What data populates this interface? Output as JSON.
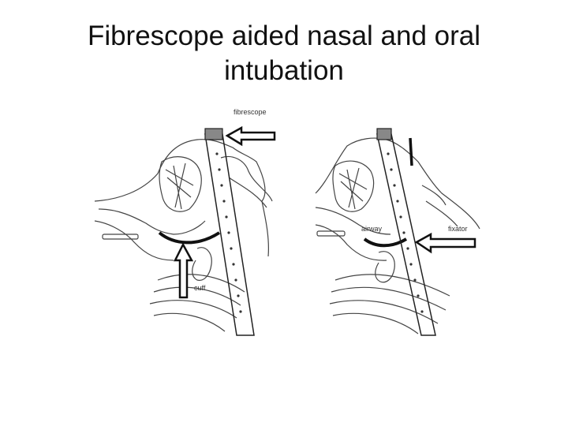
{
  "title_line1": "Fibrescope aided nasal and oral",
  "title_line2": "intubation",
  "labels": {
    "fibrescope": "fibrescope",
    "cuff": "cuff",
    "airway": "airway",
    "fixator": "fixator"
  },
  "colors": {
    "ink": "#111111",
    "sketch": "#444444",
    "background": "#ffffff"
  }
}
